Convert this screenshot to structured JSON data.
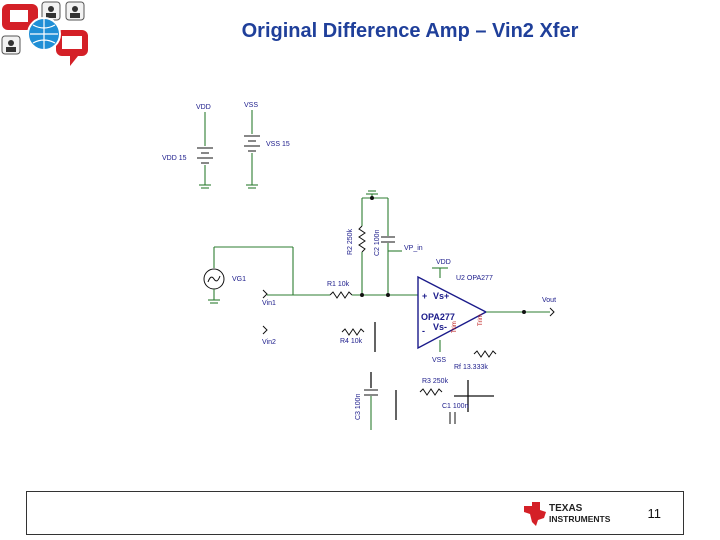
{
  "slide": {
    "title": "Original Difference Amp – Vin2 Xfer",
    "page_number": "11"
  },
  "schematic": {
    "labels": {
      "vdd_top": "VDD",
      "vss_top": "VSS",
      "vdd_source": "VDD 15",
      "vss_source": "VSS 15",
      "r2": "R2 250k",
      "c2": "C2 100n",
      "vp_in": "VP_in",
      "vdd_u2": "VDD",
      "u2_name": "U2 OPA277",
      "vg1": "VG1",
      "r1": "R1 10k",
      "vin1": "Vin1",
      "vin2": "Vin2",
      "r4": "R4 10k",
      "opamp_name": "OPA277",
      "vs_plus": "Vs+",
      "vs_minus": "Vs-",
      "plus": "+",
      "minus": "-",
      "trim_label": "Trim",
      "vss_u2": "VSS",
      "rf": "Rf 13.333k",
      "r3": "R3 250k",
      "c3": "C3 100n",
      "c1": "C1 100n",
      "vout": "Vout"
    }
  },
  "footer": {
    "brand_line1": "TEXAS",
    "brand_line2": "INSTRUMENTS"
  },
  "colors": {
    "title": "#1f3f9a",
    "wire": "#2e7d32",
    "label": "#1a1a8a",
    "ti_red": "#d42027"
  }
}
